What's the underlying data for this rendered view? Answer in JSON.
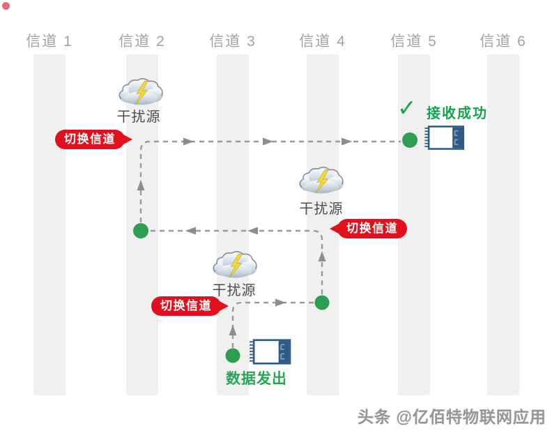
{
  "channels": [
    {
      "label": "信道 1"
    },
    {
      "label": "信道 2"
    },
    {
      "label": "信道 3"
    },
    {
      "label": "信道 4"
    },
    {
      "label": "信道 5"
    },
    {
      "label": "信道 6"
    }
  ],
  "interference_sources": [
    {
      "label": "干扰源",
      "channel": "信道 2"
    },
    {
      "label": "干扰源",
      "channel": "信道 4"
    },
    {
      "label": "干扰源",
      "channel": "信道 3"
    }
  ],
  "switch_badges": [
    {
      "label": "切换信道"
    },
    {
      "label": "切换信道"
    },
    {
      "label": "切换信道"
    }
  ],
  "annotations": {
    "success": {
      "icon": "✓",
      "label": "接收成功"
    },
    "send": {
      "label": "数据发出"
    }
  },
  "path_hops": [
    "信道 3",
    "信道 4",
    "信道 2",
    "信道 5"
  ],
  "watermark": {
    "label": "头条 @亿佰特物联网应用"
  },
  "colors": {
    "badge_red": "#e2101c",
    "text_green": "#1aa24e",
    "dot_green": "#2d9e51",
    "path_gray": "#9a9a9a",
    "bar_gray": "#f0f0f0",
    "module_blue": "#2e5a85"
  }
}
